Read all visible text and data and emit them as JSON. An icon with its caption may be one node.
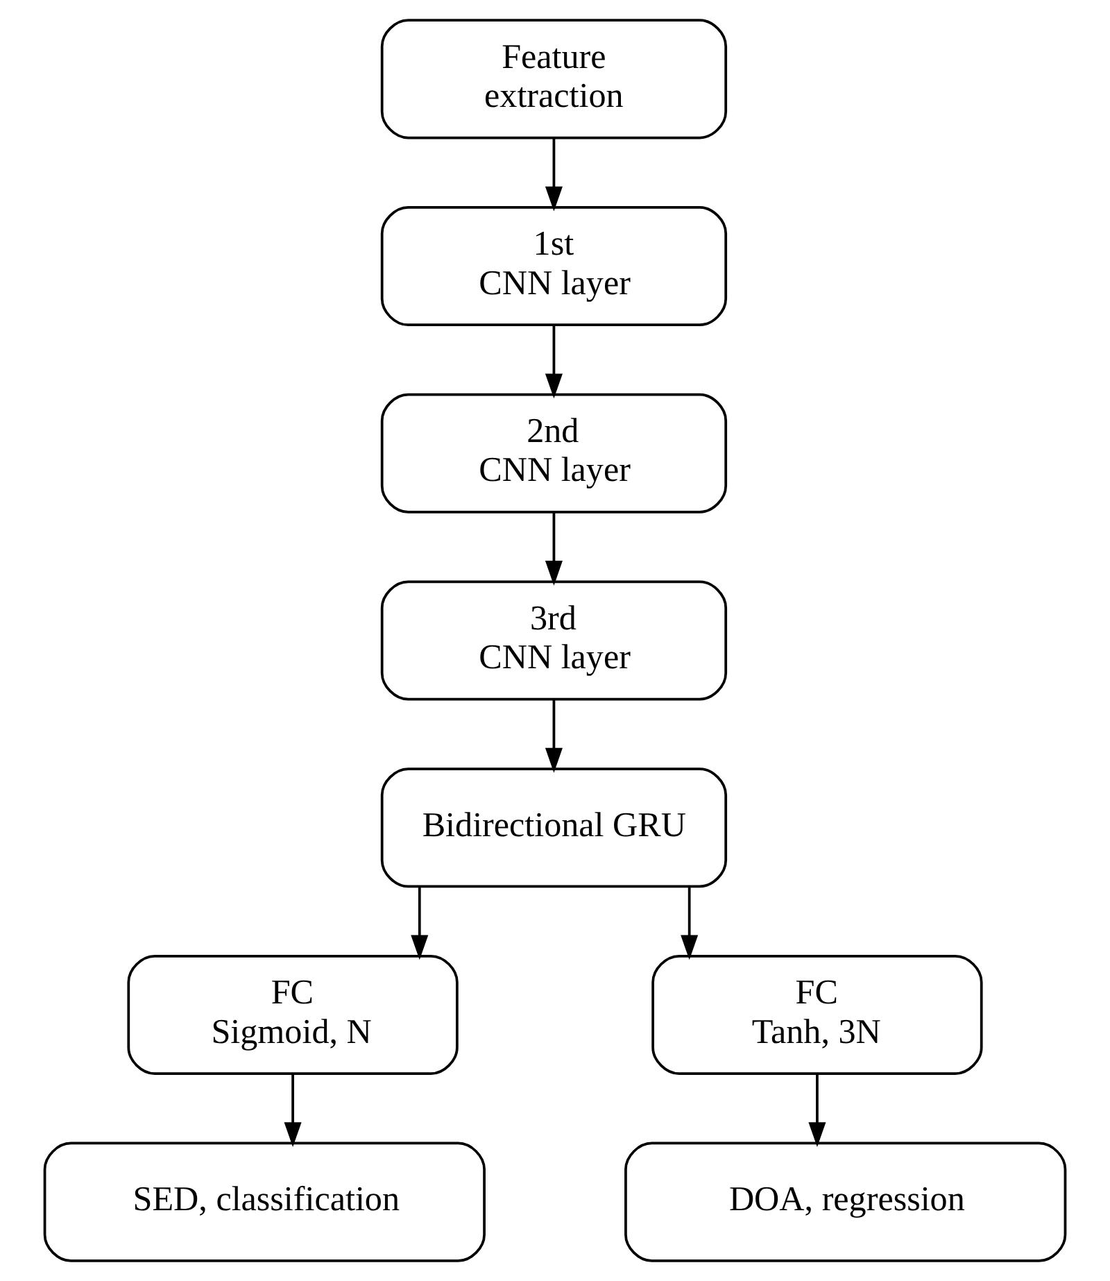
{
  "diagram": {
    "nodes": [
      {
        "text": [
          "Feature extraction"
        ]
      },
      {
        "text": [
          "1st CNN layer"
        ]
      },
      {
        "text": [
          "2nd CNN layer"
        ]
      },
      {
        "text": [
          "3rd CNN layer"
        ]
      },
      {
        "text": [
          "Bidirectional GRU"
        ]
      },
      {
        "text": [
          "FC",
          "Sigmoid, N"
        ]
      },
      {
        "text": [
          "FC",
          "Tanh, 3N"
        ]
      },
      {
        "text": [
          "SED, classification"
        ]
      },
      {
        "text": [
          "DOA, regression"
        ]
      }
    ],
    "edges": [
      {
        "from": 0,
        "to": 1,
        "arrow": "to"
      },
      {
        "from": 1,
        "to": 2,
        "arrow": "to"
      },
      {
        "from": 2,
        "to": 3,
        "arrow": "to"
      },
      {
        "from": 3,
        "to": 4,
        "arrow": "to"
      },
      {
        "from": 4,
        "to": 5,
        "arrow": "to"
      },
      {
        "from": 4,
        "to": 6,
        "arrow": "to"
      },
      {
        "from": 5,
        "to": 7,
        "arrow": "to"
      },
      {
        "from": 6,
        "to": 8,
        "arrow": "to"
      }
    ]
  }
}
